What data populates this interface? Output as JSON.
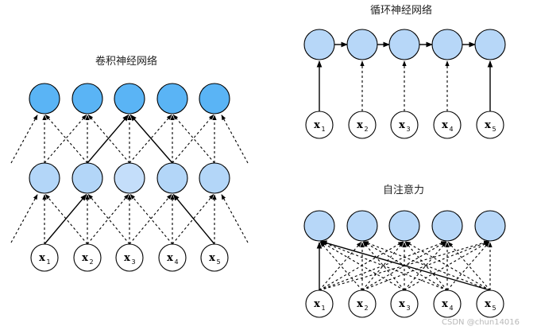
{
  "titles": {
    "cnn": "卷积神经网络",
    "rnn": "循环神经网络",
    "self_attention": "自注意力"
  },
  "inputs": [
    "x",
    "x",
    "x",
    "x",
    "x"
  ],
  "input_subscripts": [
    "1",
    "2",
    "3",
    "4",
    "5"
  ],
  "watermark": "CSDN @chun14016",
  "colors": {
    "cnn_top_node": "#5ab4f5",
    "cnn_mid_node": "#b3d6f8",
    "cnn_mid_node_alt": "#c4defa",
    "rnn_node": "#b7d7f8",
    "sa_node": "#b7d7f8",
    "input_node": "#ffffff",
    "stroke": "#000000",
    "watermark": "#b8b8b8"
  }
}
